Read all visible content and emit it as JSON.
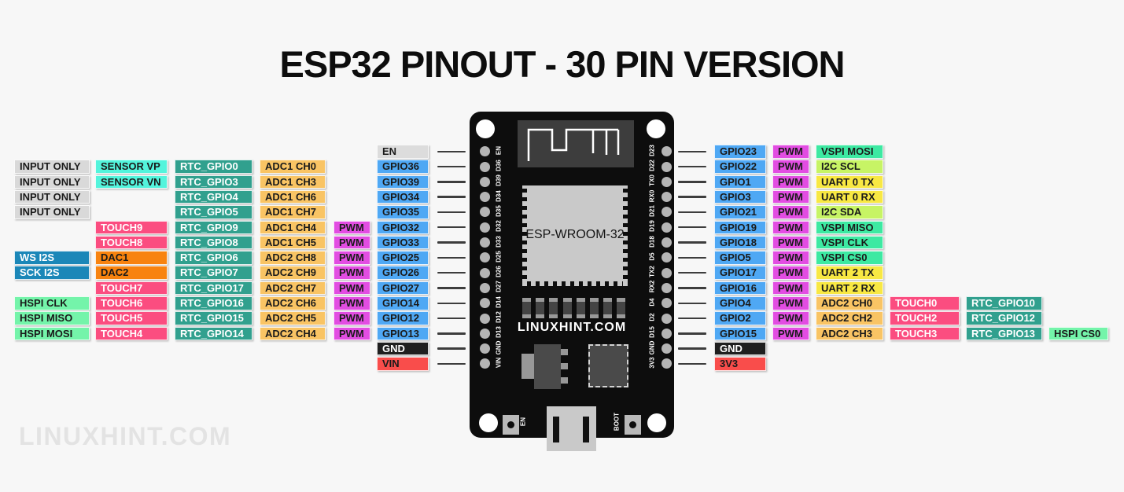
{
  "title": "ESP32 PINOUT - 30 PIN VERSION",
  "watermark": "LINUXHINT.COM",
  "board": {
    "chip_label": "ESP-WROOM-32",
    "silkscreen_text": "LINUXHINT.COM",
    "en_button_label": "EN",
    "boot_button_label": "BOOT",
    "left_pins": [
      "EN",
      "D36",
      "D39",
      "D34",
      "D35",
      "D32",
      "D33",
      "D25",
      "D26",
      "D27",
      "D14",
      "D12",
      "D13",
      "GND",
      "VIN"
    ],
    "right_pins": [
      "D23",
      "D22",
      "TX0",
      "RX0",
      "D21",
      "D19",
      "D18",
      "D5",
      "TX2",
      "RX2",
      "D4",
      "D2",
      "D15",
      "GND",
      "3V3"
    ]
  },
  "colors": {
    "input": {
      "bg": "#d9d9d9",
      "fg": "#1a1a1a"
    },
    "en": {
      "bg": "#dcdcdc",
      "fg": "#1a1a1a"
    },
    "sensor": {
      "bg": "#53f4dc",
      "fg": "#1a1a1a"
    },
    "rtc": {
      "bg": "#31a08e",
      "fg": "#ffffff"
    },
    "adc": {
      "bg": "#f9c464",
      "fg": "#1a1a1a"
    },
    "pwm": {
      "bg": "#e24de2",
      "fg": "#1a1a1a"
    },
    "gpio": {
      "bg": "#4fa8f4",
      "fg": "#1a1a1a"
    },
    "touch": {
      "bg": "#fb4d80",
      "fg": "#ffffff"
    },
    "dac": {
      "bg": "#f8830f",
      "fg": "#1a1a1a"
    },
    "i2s": {
      "bg": "#1b87b8",
      "fg": "#ffffff"
    },
    "hspi": {
      "bg": "#74f4aa",
      "fg": "#1a1a1a"
    },
    "vspi": {
      "bg": "#3de9a2",
      "fg": "#1a1a1a"
    },
    "i2c": {
      "bg": "#c7f465",
      "fg": "#1a1a1a"
    },
    "uart": {
      "bg": "#f8e843",
      "fg": "#1a1a1a"
    },
    "gnd": {
      "bg": "#1f1f1f",
      "fg": "#ffffff"
    },
    "power": {
      "bg": "#f94d4b",
      "fg": "#1a1a1a"
    }
  },
  "left_rows": [
    [
      {
        "col": 5,
        "type": "en",
        "text": "EN"
      }
    ],
    [
      {
        "col": 0,
        "type": "input",
        "text": "INPUT ONLY"
      },
      {
        "col": 1,
        "type": "sensor",
        "text": "SENSOR VP"
      },
      {
        "col": 2,
        "type": "rtc",
        "text": "RTC_GPIO0"
      },
      {
        "col": 3,
        "type": "adc",
        "text": "ADC1 CH0"
      },
      {
        "col": 5,
        "type": "gpio",
        "text": "GPIO36"
      }
    ],
    [
      {
        "col": 0,
        "type": "input",
        "text": "INPUT ONLY"
      },
      {
        "col": 1,
        "type": "sensor",
        "text": "SENSOR VN"
      },
      {
        "col": 2,
        "type": "rtc",
        "text": "RTC_GPIO3"
      },
      {
        "col": 3,
        "type": "adc",
        "text": "ADC1 CH3"
      },
      {
        "col": 5,
        "type": "gpio",
        "text": "GPIO39"
      }
    ],
    [
      {
        "col": 0,
        "type": "input",
        "text": "INPUT ONLY"
      },
      {
        "col": 2,
        "type": "rtc",
        "text": "RTC_GPIO4"
      },
      {
        "col": 3,
        "type": "adc",
        "text": "ADC1 CH6"
      },
      {
        "col": 5,
        "type": "gpio",
        "text": "GPIO34"
      }
    ],
    [
      {
        "col": 0,
        "type": "input",
        "text": "INPUT ONLY"
      },
      {
        "col": 2,
        "type": "rtc",
        "text": "RTC_GPIO5"
      },
      {
        "col": 3,
        "type": "adc",
        "text": "ADC1 CH7"
      },
      {
        "col": 5,
        "type": "gpio",
        "text": "GPIO35"
      }
    ],
    [
      {
        "col": 1,
        "type": "touch",
        "text": "TOUCH9"
      },
      {
        "col": 2,
        "type": "rtc",
        "text": "RTC_GPIO9"
      },
      {
        "col": 3,
        "type": "adc",
        "text": "ADC1 CH4"
      },
      {
        "col": 4,
        "type": "pwm",
        "text": "PWM"
      },
      {
        "col": 5,
        "type": "gpio",
        "text": "GPIO32"
      }
    ],
    [
      {
        "col": 1,
        "type": "touch",
        "text": "TOUCH8"
      },
      {
        "col": 2,
        "type": "rtc",
        "text": "RTC_GPIO8"
      },
      {
        "col": 3,
        "type": "adc",
        "text": "ADC1 CH5"
      },
      {
        "col": 4,
        "type": "pwm",
        "text": "PWM"
      },
      {
        "col": 5,
        "type": "gpio",
        "text": "GPIO33"
      }
    ],
    [
      {
        "col": 0,
        "type": "i2s",
        "text": "WS I2S"
      },
      {
        "col": 1,
        "type": "dac",
        "text": "DAC1"
      },
      {
        "col": 2,
        "type": "rtc",
        "text": "RTC_GPIO6"
      },
      {
        "col": 3,
        "type": "adc",
        "text": "ADC2 CH8"
      },
      {
        "col": 4,
        "type": "pwm",
        "text": "PWM"
      },
      {
        "col": 5,
        "type": "gpio",
        "text": "GPIO25"
      }
    ],
    [
      {
        "col": 0,
        "type": "i2s",
        "text": "SCK I2S"
      },
      {
        "col": 1,
        "type": "dac",
        "text": "DAC2"
      },
      {
        "col": 2,
        "type": "rtc",
        "text": "RTC_GPIO7"
      },
      {
        "col": 3,
        "type": "adc",
        "text": "ADC2 CH9"
      },
      {
        "col": 4,
        "type": "pwm",
        "text": "PWM"
      },
      {
        "col": 5,
        "type": "gpio",
        "text": "GPIO26"
      }
    ],
    [
      {
        "col": 1,
        "type": "touch",
        "text": "TOUCH7"
      },
      {
        "col": 2,
        "type": "rtc",
        "text": "RTC_GPIO17"
      },
      {
        "col": 3,
        "type": "adc",
        "text": "ADC2 CH7"
      },
      {
        "col": 4,
        "type": "pwm",
        "text": "PWM"
      },
      {
        "col": 5,
        "type": "gpio",
        "text": "GPIO27"
      }
    ],
    [
      {
        "col": 0,
        "type": "hspi",
        "text": "HSPI CLK"
      },
      {
        "col": 1,
        "type": "touch",
        "text": "TOUCH6"
      },
      {
        "col": 2,
        "type": "rtc",
        "text": "RTC_GPIO16"
      },
      {
        "col": 3,
        "type": "adc",
        "text": "ADC2 CH6"
      },
      {
        "col": 4,
        "type": "pwm",
        "text": "PWM"
      },
      {
        "col": 5,
        "type": "gpio",
        "text": "GPIO14"
      }
    ],
    [
      {
        "col": 0,
        "type": "hspi",
        "text": "HSPI MISO"
      },
      {
        "col": 1,
        "type": "touch",
        "text": "TOUCH5"
      },
      {
        "col": 2,
        "type": "rtc",
        "text": "RTC_GPIO15"
      },
      {
        "col": 3,
        "type": "adc",
        "text": "ADC2 CH5"
      },
      {
        "col": 4,
        "type": "pwm",
        "text": "PWM"
      },
      {
        "col": 5,
        "type": "gpio",
        "text": "GPIO12"
      }
    ],
    [
      {
        "col": 0,
        "type": "hspi",
        "text": "HSPI MOSI"
      },
      {
        "col": 1,
        "type": "touch",
        "text": "TOUCH4"
      },
      {
        "col": 2,
        "type": "rtc",
        "text": "RTC_GPIO14"
      },
      {
        "col": 3,
        "type": "adc",
        "text": "ADC2 CH4"
      },
      {
        "col": 4,
        "type": "pwm",
        "text": "PWM"
      },
      {
        "col": 5,
        "type": "gpio",
        "text": "GPIO13"
      }
    ],
    [
      {
        "col": 5,
        "type": "gnd",
        "text": "GND"
      }
    ],
    [
      {
        "col": 5,
        "type": "power",
        "text": "VIN"
      }
    ]
  ],
  "right_rows": [
    [
      {
        "col": 0,
        "type": "gpio",
        "text": "GPIO23"
      },
      {
        "col": 1,
        "type": "pwm",
        "text": "PWM"
      },
      {
        "col": 2,
        "type": "vspi",
        "text": "VSPI MOSI"
      }
    ],
    [
      {
        "col": 0,
        "type": "gpio",
        "text": "GPIO22"
      },
      {
        "col": 1,
        "type": "pwm",
        "text": "PWM"
      },
      {
        "col": 2,
        "type": "i2c",
        "text": "I2C SCL"
      }
    ],
    [
      {
        "col": 0,
        "type": "gpio",
        "text": "GPIO1"
      },
      {
        "col": 1,
        "type": "pwm",
        "text": "PWM"
      },
      {
        "col": 2,
        "type": "uart",
        "text": "UART 0 TX"
      }
    ],
    [
      {
        "col": 0,
        "type": "gpio",
        "text": "GPIO3"
      },
      {
        "col": 1,
        "type": "pwm",
        "text": "PWM"
      },
      {
        "col": 2,
        "type": "uart",
        "text": "UART 0 RX"
      }
    ],
    [
      {
        "col": 0,
        "type": "gpio",
        "text": "GPIO21"
      },
      {
        "col": 1,
        "type": "pwm",
        "text": "PWM"
      },
      {
        "col": 2,
        "type": "i2c",
        "text": "I2C SDA"
      }
    ],
    [
      {
        "col": 0,
        "type": "gpio",
        "text": "GPIO19"
      },
      {
        "col": 1,
        "type": "pwm",
        "text": "PWM"
      },
      {
        "col": 2,
        "type": "vspi",
        "text": "VSPI MISO"
      }
    ],
    [
      {
        "col": 0,
        "type": "gpio",
        "text": "GPIO18"
      },
      {
        "col": 1,
        "type": "pwm",
        "text": "PWM"
      },
      {
        "col": 2,
        "type": "vspi",
        "text": "VSPI CLK"
      }
    ],
    [
      {
        "col": 0,
        "type": "gpio",
        "text": "GPIO5"
      },
      {
        "col": 1,
        "type": "pwm",
        "text": "PWM"
      },
      {
        "col": 2,
        "type": "vspi",
        "text": "VSPI CS0"
      }
    ],
    [
      {
        "col": 0,
        "type": "gpio",
        "text": "GPIO17"
      },
      {
        "col": 1,
        "type": "pwm",
        "text": "PWM"
      },
      {
        "col": 2,
        "type": "uart",
        "text": "UART 2 TX"
      }
    ],
    [
      {
        "col": 0,
        "type": "gpio",
        "text": "GPIO16"
      },
      {
        "col": 1,
        "type": "pwm",
        "text": "PWM"
      },
      {
        "col": 2,
        "type": "uart",
        "text": "UART 2 RX"
      }
    ],
    [
      {
        "col": 0,
        "type": "gpio",
        "text": "GPIO4"
      },
      {
        "col": 1,
        "type": "pwm",
        "text": "PWM"
      },
      {
        "col": 2,
        "type": "adc",
        "text": "ADC2 CH0"
      },
      {
        "col": 3,
        "type": "touch",
        "text": "TOUCH0"
      },
      {
        "col": 4,
        "type": "rtc",
        "text": "RTC_GPIO10"
      }
    ],
    [
      {
        "col": 0,
        "type": "gpio",
        "text": "GPIO2"
      },
      {
        "col": 1,
        "type": "pwm",
        "text": "PWM"
      },
      {
        "col": 2,
        "type": "adc",
        "text": "ADC2 CH2"
      },
      {
        "col": 3,
        "type": "touch",
        "text": "TOUCH2"
      },
      {
        "col": 4,
        "type": "rtc",
        "text": "RTC_GPIO12"
      }
    ],
    [
      {
        "col": 0,
        "type": "gpio",
        "text": "GPIO15"
      },
      {
        "col": 1,
        "type": "pwm",
        "text": "PWM"
      },
      {
        "col": 2,
        "type": "adc",
        "text": "ADC2 CH3"
      },
      {
        "col": 3,
        "type": "touch",
        "text": "TOUCH3"
      },
      {
        "col": 4,
        "type": "rtc",
        "text": "RTC_GPIO13"
      },
      {
        "col": 5,
        "type": "hspi",
        "text": "HSPI CS0"
      }
    ],
    [
      {
        "col": 0,
        "type": "gnd",
        "text": "GND"
      }
    ],
    [
      {
        "col": 0,
        "type": "power",
        "text": "3V3"
      }
    ]
  ]
}
